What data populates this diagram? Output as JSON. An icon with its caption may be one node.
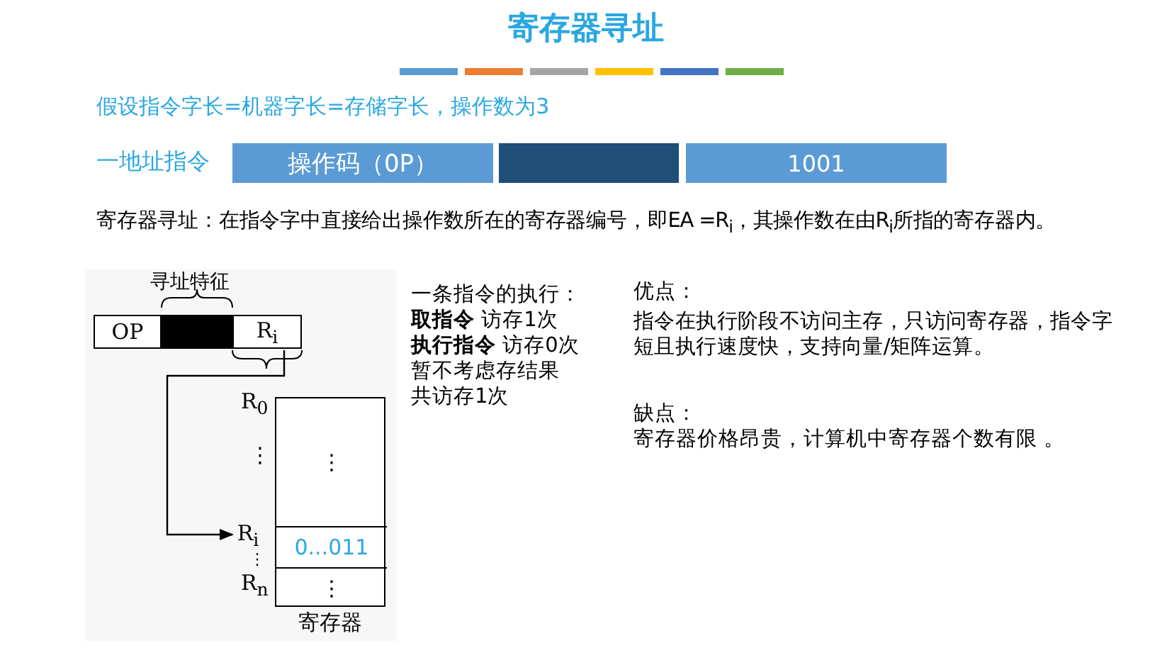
{
  "diagram": {
    "title": "寄存器寻址",
    "nodes": [
      {
        "text": [
          "操作码（0P）"
        ]
      },
      {
        "text": [],
        "shape": "box"
      },
      {
        "text": [
          "1001"
        ]
      },
      {
        "text": [
          "OP"
        ]
      },
      {
        "text": [],
        "shape": "box"
      },
      {
        "text": [
          "R$_{i}$"
        ]
      },
      {
        "text": [],
        "shape": "box",
        "beside": [
          "寄存器"
        ]
      },
      {
        "text": [
          "⋮"
        ],
        "in": 6
      },
      {
        "text": [
          "0...011"
        ],
        "in": 6
      },
      {
        "text": [
          "⋮"
        ],
        "in": 6
      },
      {
        "text": [
          "R$_{i}$"
        ]
      }
    ],
    "edges": [
      {
        "from": 5,
        "to": 10,
        "arrow": "to"
      }
    ],
    "labels": [
      "假设指令字长=机器字长=存储字长，操作数为3",
      "一地址指令",
      "寄存器寻址：在指令字中直接给出操作数所在的寄存器编号，即EA =R$_{i}$，其操作数在由R$_{i}$所指的寄存器内。",
      "寻址特征",
      "R$_{0}$",
      "⋮",
      "⋮",
      "R$_{n}$",
      "一条指令的执行：",
      "**取指令** 访存1次",
      "**执行指令** 访存0次",
      "暂不考虑存结果",
      "共访存1次",
      "优点：",
      "指令在执行阶段不访问主存，只访问寄存器，指令字短且执行速度快，支持向量/矩阵运算。",
      "缺点：",
      "寄存器价格昂贵，计算机中寄存器个数有限 。"
    ]
  }
}
